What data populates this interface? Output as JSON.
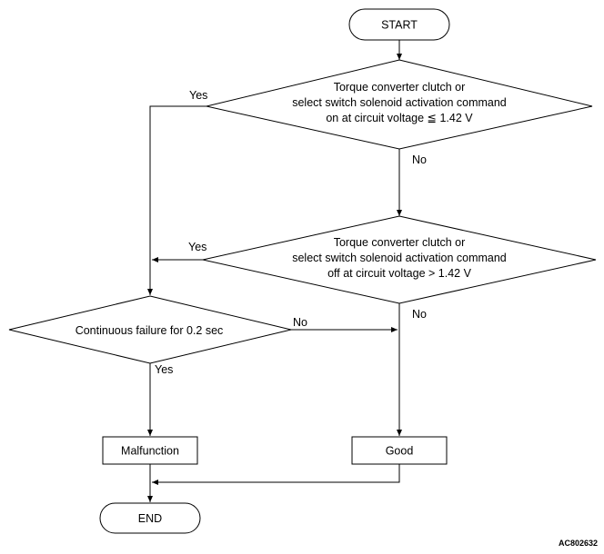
{
  "start": {
    "label": "START"
  },
  "decision_1": {
    "lines": [
      "Torque converter clutch or",
      "select switch solenoid activation command",
      "on at circuit voltage ≦ 1.42 V"
    ],
    "yes_label": "Yes",
    "no_label": "No"
  },
  "decision_2": {
    "lines": [
      "Torque converter clutch or",
      "select switch solenoid activation command",
      "off at circuit voltage > 1.42 V"
    ],
    "yes_label": "Yes",
    "no_label": "No"
  },
  "decision_3": {
    "text": "Continuous failure for 0.2 sec",
    "no_label": "No",
    "yes_label": "Yes"
  },
  "malfunction": {
    "label": "Malfunction"
  },
  "good": {
    "label": "Good"
  },
  "end": {
    "label": "END"
  },
  "figure_code": "AC802632",
  "colors": {
    "stroke": "#000000",
    "fill": "#ffffff",
    "text": "#000000"
  }
}
